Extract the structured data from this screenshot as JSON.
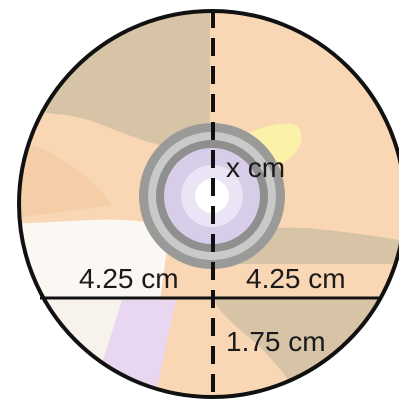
{
  "figure": {
    "labels": {
      "unknown": "x cm",
      "left_half_chord": "4.25 cm",
      "right_half_chord": "4.25 cm",
      "chord_distance": "1.75 cm"
    },
    "colors": {
      "outline": "#111111",
      "background": "#ffffff",
      "tan": "#d7c4a7",
      "peach": "#f9d7b5",
      "cream": "#fbf7f2",
      "lavender": "#e9d6f0",
      "yellow": "#fbf1a9",
      "hub_gray": "#9a9a98",
      "hub_ring": "#c9c9c9",
      "hub_center": "#d7cde8"
    }
  }
}
